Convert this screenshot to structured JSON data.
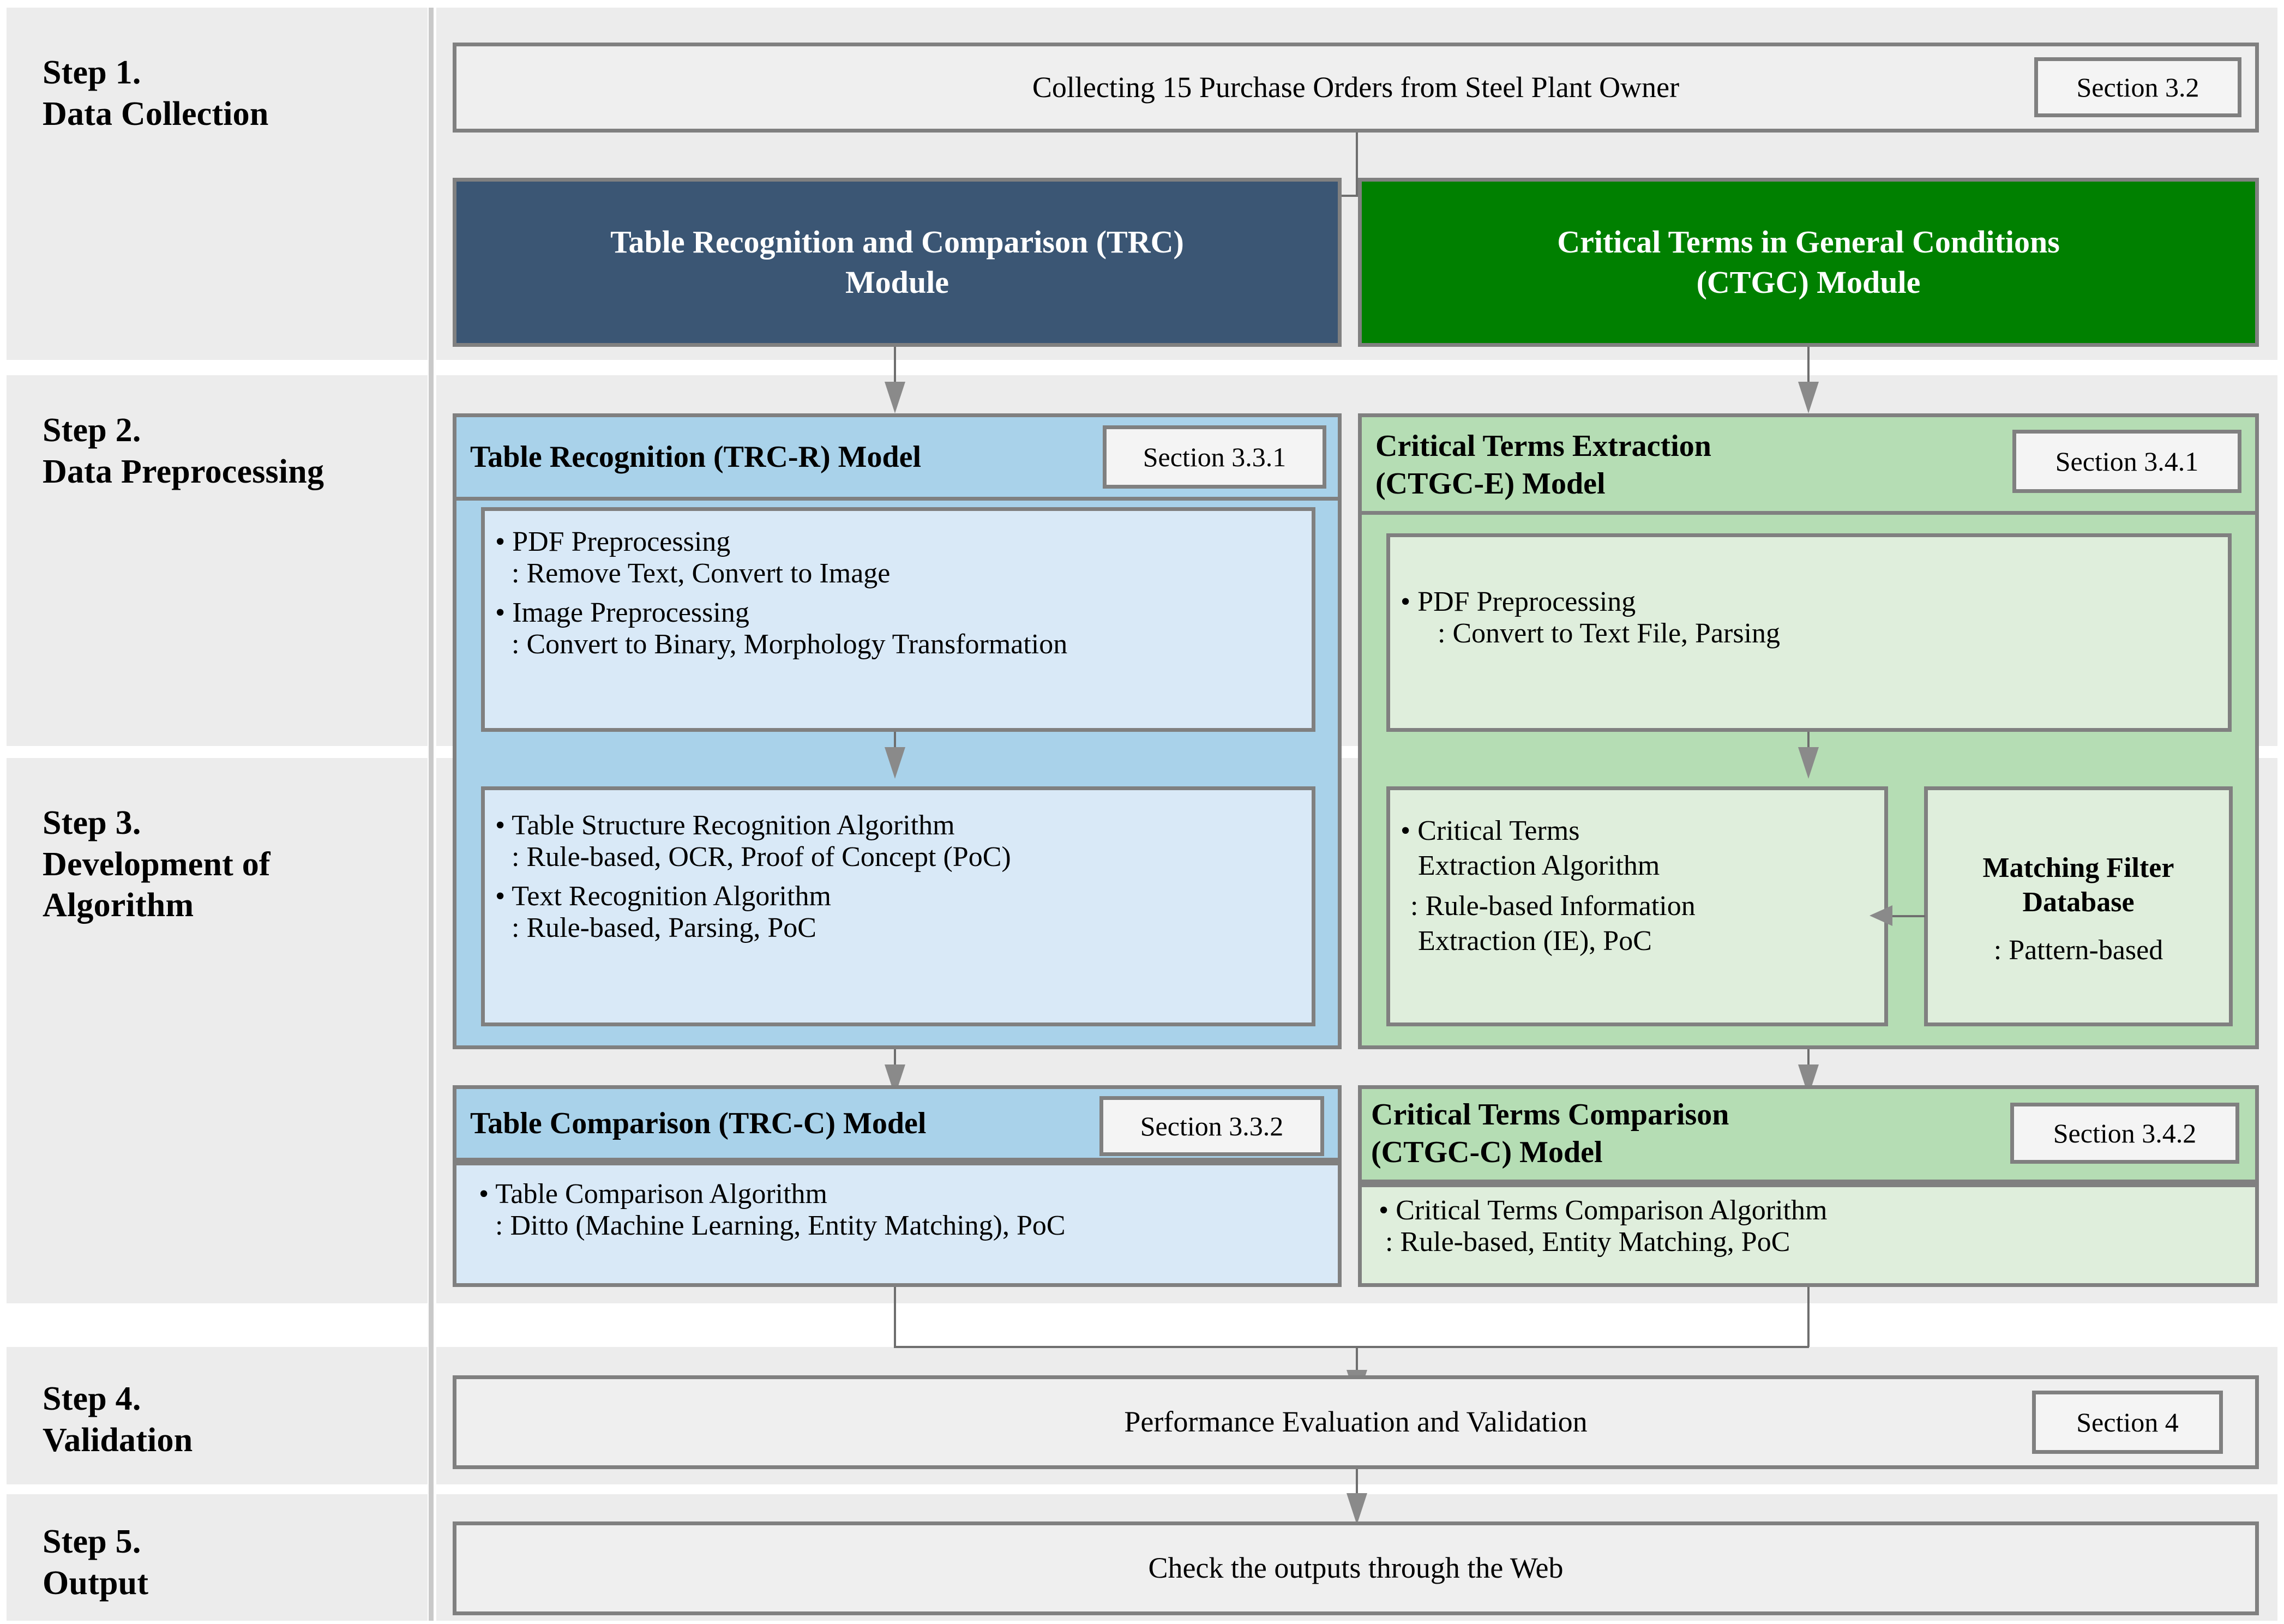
{
  "steps": [
    {
      "id": "step1",
      "label": "Step 1.\nData Collection"
    },
    {
      "id": "step2",
      "label": "Step 2.\nData Preprocessing"
    },
    {
      "id": "step3",
      "label": "Step 3.\nDevelopment of\nAlgorithm"
    },
    {
      "id": "step4",
      "label": "Step 4.\nValidation"
    },
    {
      "id": "step5",
      "label": "Step 5.\nOutput"
    }
  ],
  "collection": {
    "title": "Collecting 15 Purchase Orders from Steel Plant Owner",
    "section": "Section 3.2"
  },
  "modules": {
    "trc": {
      "title": "Table Recognition and Comparison (TRC)\nModule",
      "color": "#3B5674"
    },
    "ctgc": {
      "title": "Critical Terms in General Conditions\n(CTGC) Module",
      "color": "#008000"
    }
  },
  "trc_r": {
    "title": "Table Recognition (TRC-R) Model",
    "section": "Section 3.3.1",
    "block1": [
      {
        "bullet": "• PDF Preprocessing",
        "detail": ": Remove Text, Convert to Image"
      },
      {
        "bullet": "• Image Preprocessing",
        "detail": ": Convert to Binary, Morphology Transformation"
      }
    ],
    "block2": [
      {
        "bullet": "• Table Structure Recognition Algorithm",
        "detail": ": Rule-based, OCR, Proof of Concept (PoC)"
      },
      {
        "bullet": "• Text Recognition Algorithm",
        "detail": ": Rule-based, Parsing, PoC"
      }
    ]
  },
  "trc_c": {
    "title": "Table Comparison (TRC-C) Model",
    "section": "Section 3.3.2",
    "items": [
      {
        "bullet": "• Table Comparison Algorithm",
        "detail": ": Ditto (Machine Learning, Entity Matching), PoC"
      }
    ]
  },
  "ctgc_e": {
    "title": "Critical Terms Extraction\n(CTGC-E) Model",
    "section": "Section 3.4.1",
    "block1": [
      {
        "bullet": "•   PDF Preprocessing",
        "detail": ": Convert to Text File, Parsing"
      }
    ],
    "block2": [
      {
        "bullet": "• Critical Terms",
        "cont": "Extraction Algorithm",
        "detail": ": Rule-based Information",
        "detail2": "Extraction (IE), PoC"
      }
    ]
  },
  "matching_db": {
    "title": "Matching Filter\nDatabase",
    "detail": ": Pattern-based"
  },
  "ctgc_c": {
    "title": "Critical Terms Comparison\n(CTGC-C) Model",
    "section": "Section 3.4.2",
    "items": [
      {
        "bullet": "• Critical Terms Comparison Algorithm",
        "detail": ": Rule-based, Entity Matching, PoC"
      }
    ]
  },
  "validation": {
    "title": "Performance Evaluation and Validation",
    "section": "Section 4"
  },
  "output": {
    "title": "Check the outputs through the Web"
  },
  "palette": {
    "band_bg": "#ECECEC",
    "border_gray": "#808080",
    "connector_gray": "#6E6E6E",
    "navy": "#3B5674",
    "green": "#008000",
    "blue_head": "#A9D2EA",
    "blue_body": "#D9E9F7",
    "green_head": "#B5DDB4",
    "green_body": "#DFEEDC"
  }
}
